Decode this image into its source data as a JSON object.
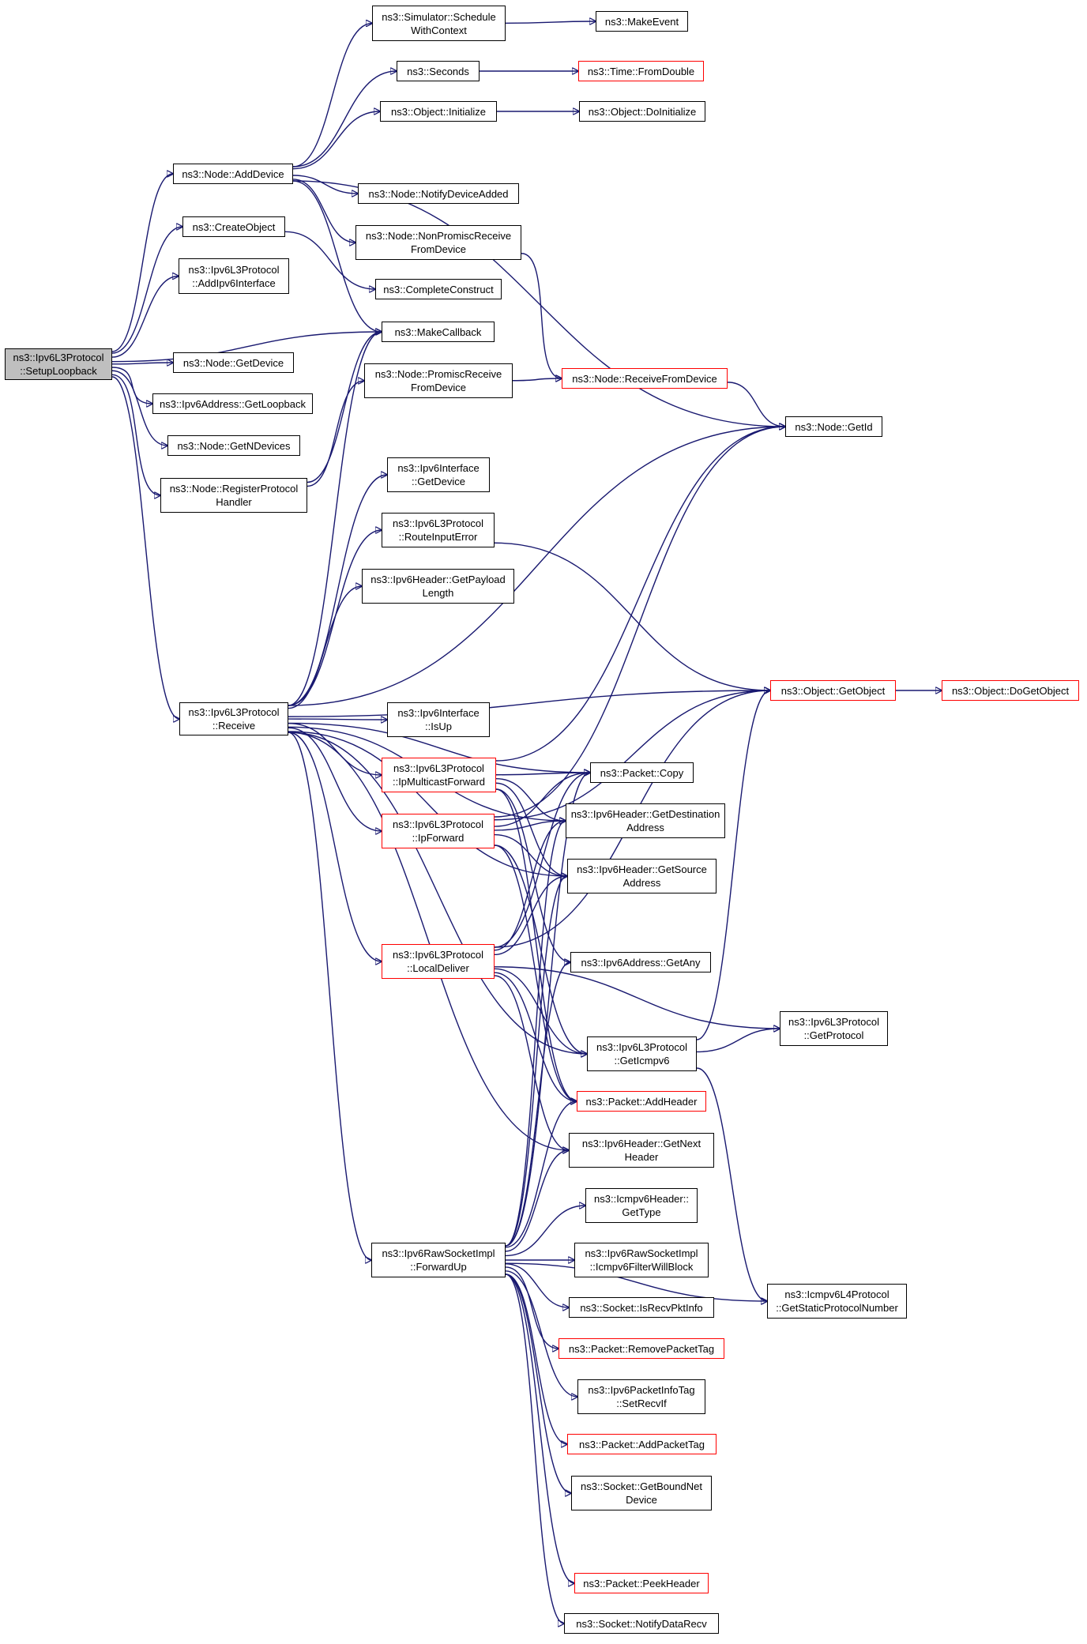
{
  "colors": {
    "edge": "#191970",
    "node_border": "#000000",
    "node_border_truncated": "#ff0000",
    "root_fill": "#bfbfbf",
    "node_fill": "#ffffff"
  },
  "nodes": [
    {
      "id": "setup_loopback",
      "label": "ns3::Ipv6L3Protocol\n::SetupLoopback",
      "style": "root"
    },
    {
      "id": "node_add_device",
      "label": "ns3::Node::AddDevice",
      "style": "normal"
    },
    {
      "id": "create_object",
      "label": "ns3::CreateObject",
      "style": "normal"
    },
    {
      "id": "add_ipv6_interface",
      "label": "ns3::Ipv6L3Protocol\n::AddIpv6Interface",
      "style": "normal"
    },
    {
      "id": "node_get_device",
      "label": "ns3::Node::GetDevice",
      "style": "normal"
    },
    {
      "id": "get_loopback",
      "label": "ns3::Ipv6Address::GetLoopback",
      "style": "normal"
    },
    {
      "id": "get_n_devices",
      "label": "ns3::Node::GetNDevices",
      "style": "normal"
    },
    {
      "id": "register_protocol_handler",
      "label": "ns3::Node::RegisterProtocol\nHandler",
      "style": "normal"
    },
    {
      "id": "receive",
      "label": "ns3::Ipv6L3Protocol\n::Receive",
      "style": "normal"
    },
    {
      "id": "schedule_with_context",
      "label": "ns3::Simulator::Schedule\nWithContext",
      "style": "normal"
    },
    {
      "id": "make_event",
      "label": "ns3::MakeEvent",
      "style": "normal"
    },
    {
      "id": "seconds",
      "label": "ns3::Seconds",
      "style": "normal"
    },
    {
      "id": "time_from_double",
      "label": "ns3::Time::FromDouble",
      "style": "truncated"
    },
    {
      "id": "object_initialize",
      "label": "ns3::Object::Initialize",
      "style": "normal"
    },
    {
      "id": "object_do_initialize",
      "label": "ns3::Object::DoInitialize",
      "style": "normal"
    },
    {
      "id": "notify_device_added",
      "label": "ns3::Node::NotifyDeviceAdded",
      "style": "normal"
    },
    {
      "id": "non_promisc_receive",
      "label": "ns3::Node::NonPromiscReceive\nFromDevice",
      "style": "normal"
    },
    {
      "id": "complete_construct",
      "label": "ns3::CompleteConstruct",
      "style": "normal"
    },
    {
      "id": "make_callback",
      "label": "ns3::MakeCallback",
      "style": "normal"
    },
    {
      "id": "promisc_receive",
      "label": "ns3::Node::PromiscReceive\nFromDevice",
      "style": "normal"
    },
    {
      "id": "receive_from_device",
      "label": "ns3::Node::ReceiveFromDevice",
      "style": "truncated"
    },
    {
      "id": "node_get_id",
      "label": "ns3::Node::GetId",
      "style": "normal"
    },
    {
      "id": "ipv6_interface_get_device",
      "label": "ns3::Ipv6Interface\n::GetDevice",
      "style": "normal"
    },
    {
      "id": "route_input_error",
      "label": "ns3::Ipv6L3Protocol\n::RouteInputError",
      "style": "normal"
    },
    {
      "id": "get_payload_length",
      "label": "ns3::Ipv6Header::GetPayload\nLength",
      "style": "normal"
    },
    {
      "id": "object_get_object",
      "label": "ns3::Object::GetObject",
      "style": "truncated"
    },
    {
      "id": "object_do_get_object",
      "label": "ns3::Object::DoGetObject",
      "style": "truncated"
    },
    {
      "id": "ipv6_interface_is_up",
      "label": "ns3::Ipv6Interface\n::IsUp",
      "style": "normal"
    },
    {
      "id": "ip_multicast_forward",
      "label": "ns3::Ipv6L3Protocol\n::IpMulticastForward",
      "style": "truncated"
    },
    {
      "id": "packet_copy",
      "label": "ns3::Packet::Copy",
      "style": "normal"
    },
    {
      "id": "get_destination_address",
      "label": "ns3::Ipv6Header::GetDestination\nAddress",
      "style": "normal"
    },
    {
      "id": "ip_forward",
      "label": "ns3::Ipv6L3Protocol\n::IpForward",
      "style": "truncated"
    },
    {
      "id": "get_source_address",
      "label": "ns3::Ipv6Header::GetSource\nAddress",
      "style": "normal"
    },
    {
      "id": "local_deliver",
      "label": "ns3::Ipv6L3Protocol\n::LocalDeliver",
      "style": "truncated"
    },
    {
      "id": "ipv6_address_get_any",
      "label": "ns3::Ipv6Address::GetAny",
      "style": "normal"
    },
    {
      "id": "get_protocol",
      "label": "ns3::Ipv6L3Protocol\n::GetProtocol",
      "style": "normal"
    },
    {
      "id": "get_icmpv6",
      "label": "ns3::Ipv6L3Protocol\n::GetIcmpv6",
      "style": "normal"
    },
    {
      "id": "packet_add_header",
      "label": "ns3::Packet::AddHeader",
      "style": "truncated"
    },
    {
      "id": "get_next_header",
      "label": "ns3::Ipv6Header::GetNext\nHeader",
      "style": "normal"
    },
    {
      "id": "icmpv6_header_get_type",
      "label": "ns3::Icmpv6Header::\nGetType",
      "style": "normal"
    },
    {
      "id": "forward_up",
      "label": "ns3::Ipv6RawSocketImpl\n::ForwardUp",
      "style": "normal"
    },
    {
      "id": "icmpv6_filter_will_block",
      "label": "ns3::Ipv6RawSocketImpl\n::Icmpv6FilterWillBlock",
      "style": "normal"
    },
    {
      "id": "get_static_protocol_number",
      "label": "ns3::Icmpv6L4Protocol\n::GetStaticProtocolNumber",
      "style": "normal"
    },
    {
      "id": "socket_is_recv_pkt_info",
      "label": "ns3::Socket::IsRecvPktInfo",
      "style": "normal"
    },
    {
      "id": "packet_remove_packet_tag",
      "label": "ns3::Packet::RemovePacketTag",
      "style": "truncated"
    },
    {
      "id": "packet_info_tag_set_recv_if",
      "label": "ns3::Ipv6PacketInfoTag\n::SetRecvIf",
      "style": "normal"
    },
    {
      "id": "packet_add_packet_tag",
      "label": "ns3::Packet::AddPacketTag",
      "style": "truncated"
    },
    {
      "id": "socket_get_bound_net_device",
      "label": "ns3::Socket::GetBoundNet\nDevice",
      "style": "normal"
    },
    {
      "id": "packet_peek_header",
      "label": "ns3::Packet::PeekHeader",
      "style": "truncated"
    },
    {
      "id": "socket_notify_data_recv",
      "label": "ns3::Socket::NotifyDataRecv",
      "style": "normal"
    }
  ],
  "edges": [
    [
      "setup_loopback",
      "node_add_device"
    ],
    [
      "setup_loopback",
      "create_object"
    ],
    [
      "setup_loopback",
      "add_ipv6_interface"
    ],
    [
      "setup_loopback",
      "make_callback"
    ],
    [
      "setup_loopback",
      "node_get_device"
    ],
    [
      "setup_loopback",
      "get_loopback"
    ],
    [
      "setup_loopback",
      "get_n_devices"
    ],
    [
      "setup_loopback",
      "register_protocol_handler"
    ],
    [
      "setup_loopback",
      "receive"
    ],
    [
      "node_add_device",
      "schedule_with_context"
    ],
    [
      "node_add_device",
      "seconds"
    ],
    [
      "node_add_device",
      "object_initialize"
    ],
    [
      "node_add_device",
      "notify_device_added"
    ],
    [
      "node_add_device",
      "non_promisc_receive"
    ],
    [
      "node_add_device",
      "make_callback"
    ],
    [
      "node_add_device",
      "node_get_id"
    ],
    [
      "schedule_with_context",
      "make_event"
    ],
    [
      "seconds",
      "time_from_double"
    ],
    [
      "object_initialize",
      "object_do_initialize"
    ],
    [
      "create_object",
      "complete_construct"
    ],
    [
      "non_promisc_receive",
      "receive_from_device"
    ],
    [
      "promisc_receive",
      "receive_from_device"
    ],
    [
      "receive_from_device",
      "node_get_id"
    ],
    [
      "register_protocol_handler",
      "make_callback"
    ],
    [
      "register_protocol_handler",
      "promisc_receive"
    ],
    [
      "receive",
      "make_callback"
    ],
    [
      "receive",
      "node_get_id"
    ],
    [
      "receive",
      "ipv6_interface_get_device"
    ],
    [
      "receive",
      "route_input_error"
    ],
    [
      "receive",
      "get_payload_length"
    ],
    [
      "receive",
      "object_get_object"
    ],
    [
      "receive",
      "ipv6_interface_is_up"
    ],
    [
      "receive",
      "ip_multicast_forward"
    ],
    [
      "receive",
      "packet_copy"
    ],
    [
      "receive",
      "ip_forward"
    ],
    [
      "receive",
      "get_destination_address"
    ],
    [
      "receive",
      "get_source_address"
    ],
    [
      "receive",
      "local_deliver"
    ],
    [
      "receive",
      "get_icmpv6"
    ],
    [
      "receive",
      "get_next_header"
    ],
    [
      "receive",
      "forward_up"
    ],
    [
      "route_input_error",
      "object_get_object"
    ],
    [
      "object_get_object",
      "object_do_get_object"
    ],
    [
      "ip_multicast_forward",
      "node_get_id"
    ],
    [
      "ip_multicast_forward",
      "packet_copy"
    ],
    [
      "ip_multicast_forward",
      "get_destination_address"
    ],
    [
      "ip_multicast_forward",
      "get_source_address"
    ],
    [
      "ip_multicast_forward",
      "ipv6_address_get_any"
    ],
    [
      "ip_multicast_forward",
      "packet_add_header"
    ],
    [
      "ip_forward",
      "node_get_id"
    ],
    [
      "ip_forward",
      "object_get_object"
    ],
    [
      "ip_forward",
      "packet_copy"
    ],
    [
      "ip_forward",
      "get_destination_address"
    ],
    [
      "ip_forward",
      "get_source_address"
    ],
    [
      "ip_forward",
      "get_icmpv6"
    ],
    [
      "ip_forward",
      "packet_add_header"
    ],
    [
      "local_deliver",
      "object_get_object"
    ],
    [
      "local_deliver",
      "packet_copy"
    ],
    [
      "local_deliver",
      "get_destination_address"
    ],
    [
      "local_deliver",
      "get_source_address"
    ],
    [
      "local_deliver",
      "get_protocol"
    ],
    [
      "local_deliver",
      "get_icmpv6"
    ],
    [
      "local_deliver",
      "packet_add_header"
    ],
    [
      "local_deliver",
      "get_next_header"
    ],
    [
      "get_icmpv6",
      "object_get_object"
    ],
    [
      "get_icmpv6",
      "get_protocol"
    ],
    [
      "get_icmpv6",
      "get_static_protocol_number"
    ],
    [
      "forward_up",
      "packet_copy"
    ],
    [
      "forward_up",
      "get_destination_address"
    ],
    [
      "forward_up",
      "get_source_address"
    ],
    [
      "forward_up",
      "ipv6_address_get_any"
    ],
    [
      "forward_up",
      "packet_add_header"
    ],
    [
      "forward_up",
      "get_next_header"
    ],
    [
      "forward_up",
      "icmpv6_header_get_type"
    ],
    [
      "forward_up",
      "icmpv6_filter_will_block"
    ],
    [
      "forward_up",
      "socket_is_recv_pkt_info"
    ],
    [
      "forward_up",
      "packet_remove_packet_tag"
    ],
    [
      "forward_up",
      "packet_info_tag_set_recv_if"
    ],
    [
      "forward_up",
      "packet_add_packet_tag"
    ],
    [
      "forward_up",
      "socket_get_bound_net_device"
    ],
    [
      "forward_up",
      "get_static_protocol_number"
    ],
    [
      "forward_up",
      "packet_peek_header"
    ],
    [
      "forward_up",
      "socket_notify_data_recv"
    ]
  ]
}
